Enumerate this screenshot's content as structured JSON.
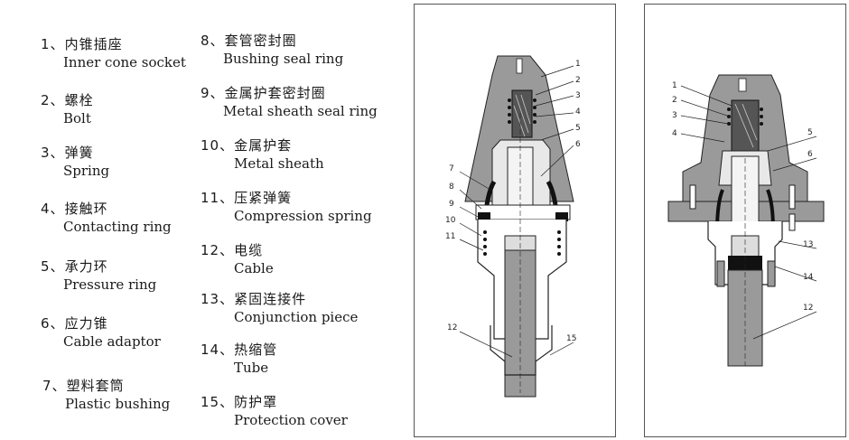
{
  "legend": [
    {
      "num": "1",
      "cn": "内锥插座",
      "en": "Inner cone socket"
    },
    {
      "num": "2",
      "cn": "螺栓",
      "en": "Bolt"
    },
    {
      "num": "3",
      "cn": "弹簧",
      "en": "Spring"
    },
    {
      "num": "4",
      "cn": "接触环",
      "en": "Contacting ring"
    },
    {
      "num": "5",
      "cn": "承力环",
      "en": "Pressure ring"
    },
    {
      "num": "6",
      "cn": "应力锥",
      "en": "Cable adaptor"
    },
    {
      "num": "7",
      "cn": "塑料套筒",
      "en": "Plastic bushing"
    },
    {
      "num": "8",
      "cn": "套管密封圈",
      "en": "Bushing seal ring"
    },
    {
      "num": "9",
      "cn": "金属护套密封圈",
      "en": "Metal sheath seal ring"
    },
    {
      "num": "10",
      "cn": "金属护套",
      "en": "Metal sheath"
    },
    {
      "num": "11",
      "cn": "压紧弹簧",
      "en": "Compression spring"
    },
    {
      "num": "12",
      "cn": "电缆",
      "en": "Cable"
    },
    {
      "num": "13",
      "cn": "紧固连接件",
      "en": "Conjunction  piece"
    },
    {
      "num": "14",
      "cn": "热缩管",
      "en": "Tube"
    },
    {
      "num": "15",
      "cn": "防护罩",
      "en": "Protection  cover"
    }
  ],
  "diagram1": {
    "callouts": [
      "1",
      "2",
      "3",
      "4",
      "5",
      "6",
      "7",
      "8",
      "9",
      "10",
      "11",
      "12",
      "15"
    ]
  },
  "diagram2": {
    "callouts": [
      "1",
      "2",
      "3",
      "4",
      "5",
      "6",
      "13",
      "14",
      "12"
    ]
  },
  "colors": {
    "body_gray": "#9a9a9a",
    "dark_gray": "#6e6e6e",
    "black": "#111111",
    "light": "#e4e4e4"
  }
}
